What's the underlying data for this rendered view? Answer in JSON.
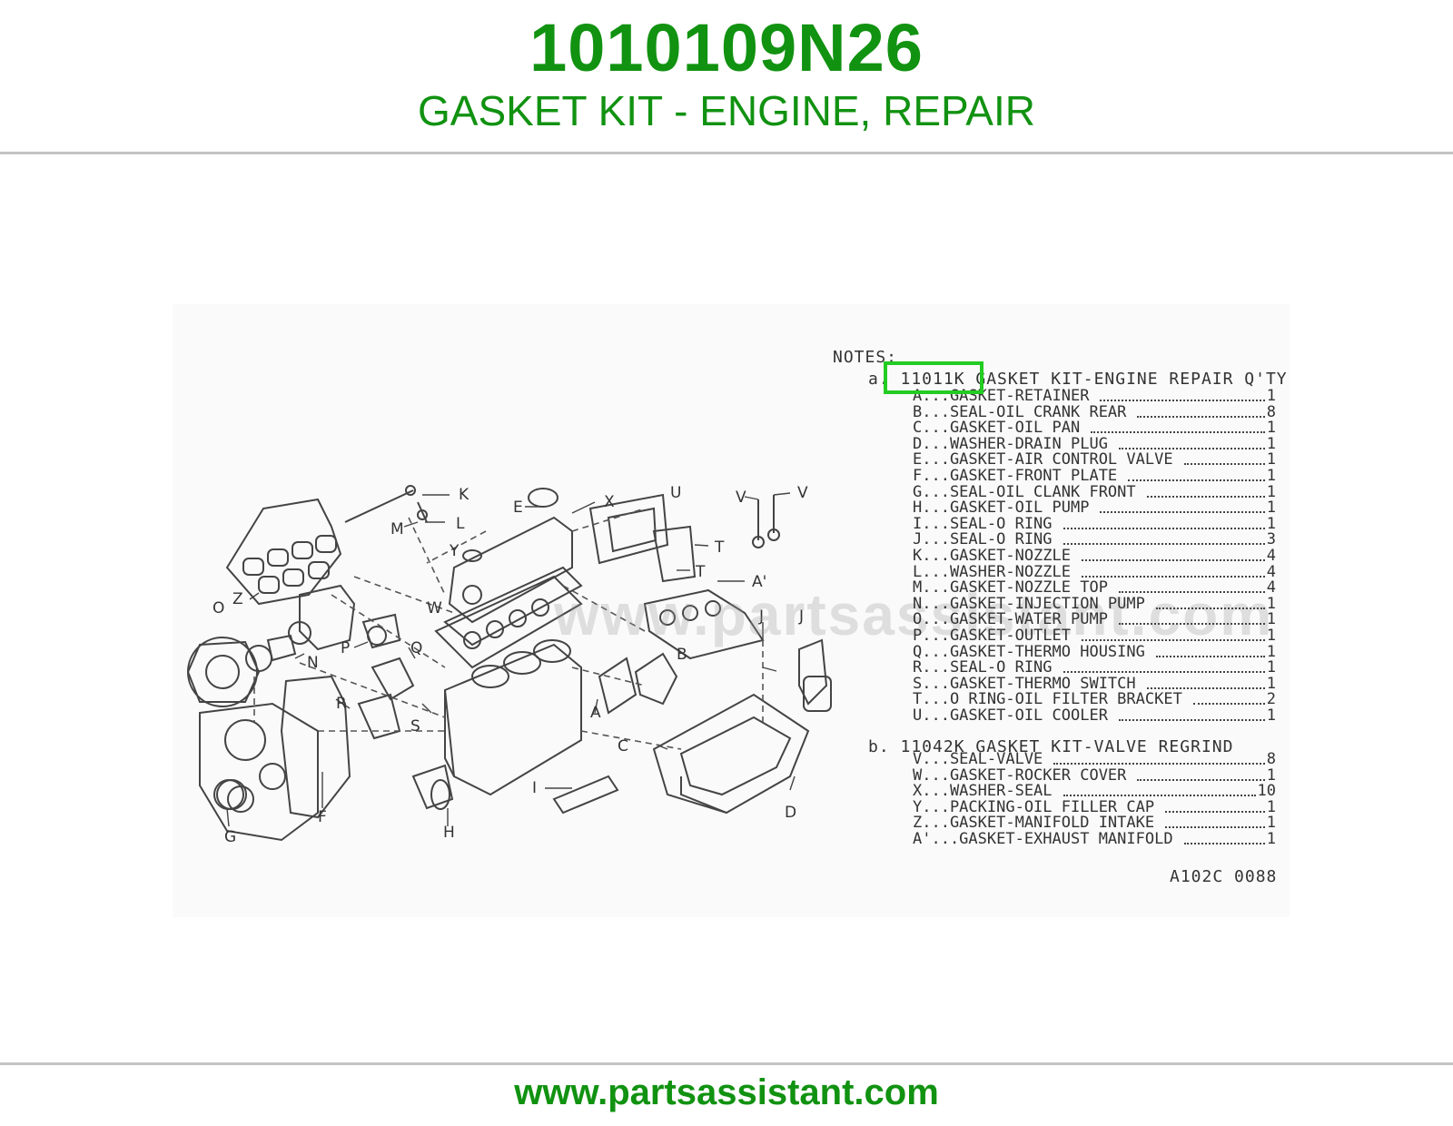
{
  "header": {
    "part_number": "1010109N26",
    "part_name": "GASKET KIT - ENGINE, REPAIR"
  },
  "diagram": {
    "notes_title": "NOTES:",
    "kit_a": "a. 11011K GASKET KIT-ENGINE REPAIR Q'TY",
    "kit_a_items": [
      {
        "label": "A...GASKET-RETAINER",
        "qty": "1"
      },
      {
        "label": "B...SEAL-OIL CRANK REAR",
        "qty": "8"
      },
      {
        "label": "C...GASKET-OIL PAN",
        "qty": "1"
      },
      {
        "label": "D...WASHER-DRAIN PLUG",
        "qty": "1"
      },
      {
        "label": "E...GASKET-AIR CONTROL VALVE",
        "qty": "1"
      },
      {
        "label": "F...GASKET-FRONT PLATE",
        "qty": "1"
      },
      {
        "label": "G...SEAL-OIL CLANK FRONT",
        "qty": "1"
      },
      {
        "label": "H...GASKET-OIL PUMP",
        "qty": "1"
      },
      {
        "label": "I...SEAL-O RING",
        "qty": "1"
      },
      {
        "label": "J...SEAL-O RING",
        "qty": "3"
      },
      {
        "label": "K...GASKET-NOZZLE",
        "qty": "4"
      },
      {
        "label": "L...WASHER-NOZZLE",
        "qty": "4"
      },
      {
        "label": "M...GASKET-NOZZLE TOP",
        "qty": "4"
      },
      {
        "label": "N...GASKET-INJECTION PUMP",
        "qty": "1"
      },
      {
        "label": "O...GASKET-WATER PUMP",
        "qty": "1"
      },
      {
        "label": "P...GASKET-OUTLET",
        "qty": "1"
      },
      {
        "label": "Q...GASKET-THERMO HOUSING",
        "qty": "1"
      },
      {
        "label": "R...SEAL-O RING",
        "qty": "1"
      },
      {
        "label": "S...GASKET-THERMO SWITCH",
        "qty": "1"
      },
      {
        "label": "T...O RING-OIL FILTER BRACKET",
        "qty": "2"
      },
      {
        "label": "U...GASKET-OIL COOLER",
        "qty": "1"
      }
    ],
    "kit_b": "b. 11042K GASKET KIT-VALVE REGRIND",
    "kit_b_items": [
      {
        "label": "V...SEAL-VALVE",
        "qty": "8"
      },
      {
        "label": "W...GASKET-ROCKER COVER",
        "qty": "1"
      },
      {
        "label": "X...WASHER-SEAL",
        "qty": "10"
      },
      {
        "label": "Y...PACKING-OIL FILLER CAP",
        "qty": "1"
      },
      {
        "label": "Z...GASKET-MANIFOLD INTAKE",
        "qty": "1"
      },
      {
        "label": "A'...GASKET-EXHAUST MANIFOLD",
        "qty": "1"
      }
    ],
    "drawing_code": "A102C 0088",
    "watermark": "www.partsassistant.com",
    "callouts": [
      "K",
      "L",
      "M",
      "E",
      "X",
      "Y",
      "U",
      "T",
      "T",
      "V",
      "V",
      "A'",
      "Z",
      "O",
      "N",
      "P",
      "Q",
      "W",
      "B",
      "J",
      "J",
      "R",
      "S",
      "A",
      "C",
      "I",
      "D",
      "F",
      "G",
      "H"
    ]
  },
  "footer": {
    "url": "www.partsassistant.com"
  },
  "colors": {
    "brand_green": "#119211",
    "highlight_green": "#22cc22",
    "rule_gray": "#c4c4c4"
  }
}
